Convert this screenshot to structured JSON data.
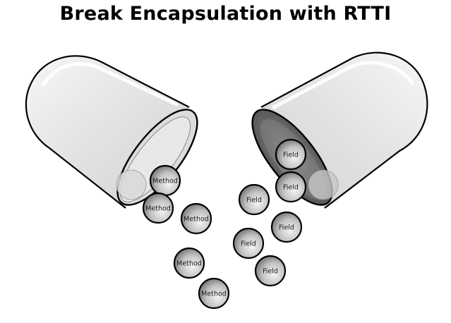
{
  "title": "Break Encapsulation with RTTI",
  "method_label": "Method",
  "field_label": "Field",
  "method_pills": [
    "Method",
    "Method",
    "Method",
    "Method",
    "Method"
  ],
  "field_pills_inside": [
    "Field",
    "Field"
  ],
  "field_pills_spilled": [
    "Field",
    "Field",
    "Field",
    "Field"
  ],
  "colors": {
    "capsule_fill": "#e6e6e6",
    "capsule_stroke": "#000000",
    "pill_dark": "#6e6e6e",
    "pill_light": "#f2f2f2",
    "text": "#1a1a1a"
  }
}
